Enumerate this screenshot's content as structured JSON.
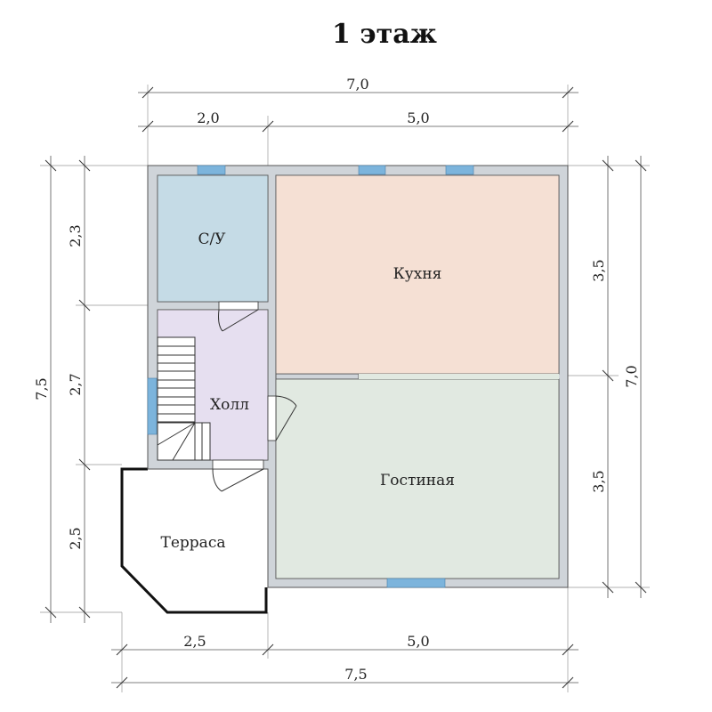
{
  "title": "1 этаж",
  "rooms": {
    "bathroom": "С/У",
    "kitchen": "Кухня",
    "hall": "Холл",
    "living": "Гостиная",
    "terrace": "Терраса"
  },
  "dimensions": {
    "top_total": "7,0",
    "top_left": "2,0",
    "top_right": "5,0",
    "left_total": "7,5",
    "left_1": "2,3",
    "left_2": "2,7",
    "left_3": "2,5",
    "right_1": "3,5",
    "right_2": "3,5",
    "right_total": "7,0",
    "bottom_left": "2,5",
    "bottom_right": "5,0",
    "bottom_total": "7,5"
  },
  "colors": {
    "bathroom": "#c5dbe6",
    "kitchen": "#f5e0d4",
    "hall": "#e6dff0",
    "living": "#e1e9e1",
    "window": "#7cb4dc",
    "wall": "#cfd4d9"
  }
}
